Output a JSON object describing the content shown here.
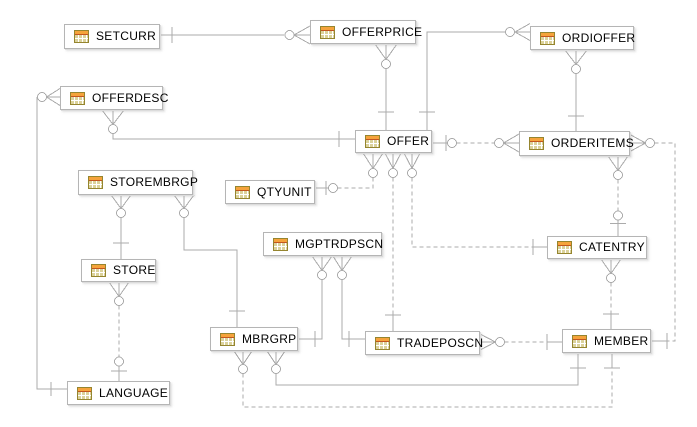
{
  "diagram": {
    "type": "entity-relationship-diagram",
    "colors": {
      "background": "#ffffff",
      "connector_line": "#ababab",
      "entity_border": "#b5b5b5",
      "entity_fill": "#ffffff",
      "label_text": "#000000",
      "icon_header": "#f5a33b",
      "icon_header_underline": "#c3561f",
      "icon_body": "#dbd29b",
      "icon_border": "#95852f"
    },
    "entities": [
      {
        "label": "SETCURR"
      },
      {
        "label": "OFFERPRICE"
      },
      {
        "label": "ORDIOFFER"
      },
      {
        "label": "OFFERDESC"
      },
      {
        "label": "OFFER"
      },
      {
        "label": "ORDERITEMS"
      },
      {
        "label": "STOREMBRGP"
      },
      {
        "label": "QTYUNIT"
      },
      {
        "label": "MGPTRDPSCN"
      },
      {
        "label": "CATENTRY"
      },
      {
        "label": "STORE"
      },
      {
        "label": "MBRGRP"
      },
      {
        "label": "TRADEPOSCN"
      },
      {
        "label": "MEMBER"
      },
      {
        "label": "LANGUAGE"
      }
    ],
    "relationships": [
      {
        "child_many": "OFFERPRICE",
        "parent_one": "SETCURR",
        "line": "solid"
      },
      {
        "child_many": "OFFERPRICE",
        "parent_one": "OFFER",
        "line": "solid"
      },
      {
        "child_many": "ORDIOFFER",
        "parent_one": "OFFER",
        "line": "solid"
      },
      {
        "child_many": "ORDIOFFER",
        "parent_one": "ORDERITEMS",
        "line": "solid"
      },
      {
        "child_many": "OFFERDESC",
        "parent_one": "LANGUAGE",
        "line": "solid"
      },
      {
        "child_many": "OFFERDESC",
        "parent_one": "OFFER",
        "line": "solid"
      },
      {
        "child_many": "OFFER",
        "parent_one": "QTYUNIT",
        "line": "dashed"
      },
      {
        "child_many": "OFFER",
        "parent_one": "TRADEPOSCN",
        "line": "dashed"
      },
      {
        "child_many": "OFFER",
        "parent_one": "CATENTRY",
        "line": "dashed"
      },
      {
        "child_many": "ORDERITEMS",
        "parent_one": "OFFER",
        "line": "dashed"
      },
      {
        "child_many": "ORDERITEMS",
        "parent_one": "CATENTRY",
        "line": "dashed"
      },
      {
        "child_many": "ORDERITEMS",
        "parent_one": "MEMBER",
        "line": "dashed"
      },
      {
        "child_many": "CATENTRY",
        "parent_one": "MEMBER",
        "line": "dashed"
      },
      {
        "child_many": "TRADEPOSCN",
        "parent_one": "MEMBER",
        "line": "dashed"
      },
      {
        "child_many": "MGPTRDPSCN",
        "parent_one": "MBRGRP",
        "line": "solid"
      },
      {
        "child_many": "MGPTRDPSCN",
        "parent_one": "TRADEPOSCN",
        "line": "solid"
      },
      {
        "child_many": "STOREMBRGP",
        "parent_one": "STORE",
        "line": "solid"
      },
      {
        "child_many": "STOREMBRGP",
        "parent_one": "MBRGRP",
        "line": "solid"
      },
      {
        "child_many": "STORE",
        "parent_one": "LANGUAGE",
        "line": "dashed"
      },
      {
        "child_many": "MBRGRP",
        "parent_one": "MEMBER",
        "line": "solid"
      },
      {
        "child_many": "MBRGRP",
        "parent_one": "MEMBER",
        "line": "dashed"
      }
    ]
  }
}
